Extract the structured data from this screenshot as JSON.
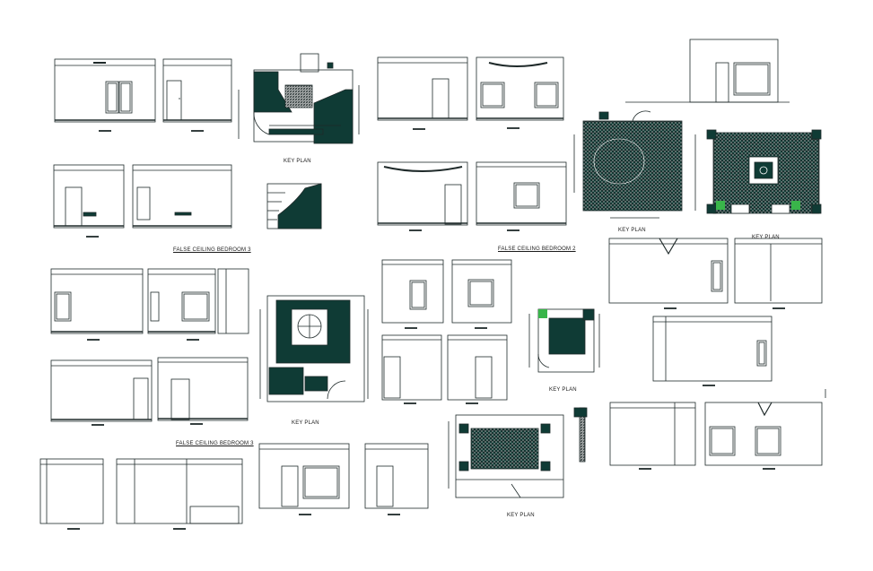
{
  "sheet": {
    "labels": {
      "key_plan": "KEY PLAN",
      "false_ceiling_bedroom_3": "FALSE CEILING BEDROOM 3",
      "false_ceiling_bedroom_2": "FALSE CEILING BEDROOM 2"
    },
    "colors": {
      "line": "#1f2a2a",
      "fill": "#0f3b35",
      "accent": "#39b54a",
      "background": "#ffffff"
    }
  }
}
